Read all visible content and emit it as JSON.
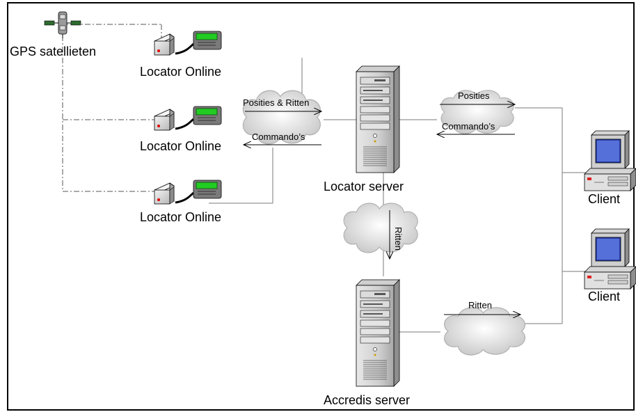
{
  "nodes": {
    "satellite": {
      "label": "GPS satellieten"
    },
    "locator_1": {
      "label": "Locator Online"
    },
    "locator_2": {
      "label": "Locator Online"
    },
    "locator_3": {
      "label": "Locator Online"
    },
    "locator_server": {
      "label": "Locator server"
    },
    "accredis_server": {
      "label": "Accredis server"
    },
    "client_1": {
      "label": "Client"
    },
    "client_2": {
      "label": "Client"
    }
  },
  "edges": {
    "posities_ritten": {
      "label": "Posities & Ritten"
    },
    "commandos_left": {
      "label": "Commando’s"
    },
    "posities_right": {
      "label": "Posities"
    },
    "commandos_right": {
      "label": "Commando’s"
    },
    "ritten_vertical": {
      "label": "Ritten"
    },
    "ritten_bottom": {
      "label": "Ritten"
    }
  }
}
